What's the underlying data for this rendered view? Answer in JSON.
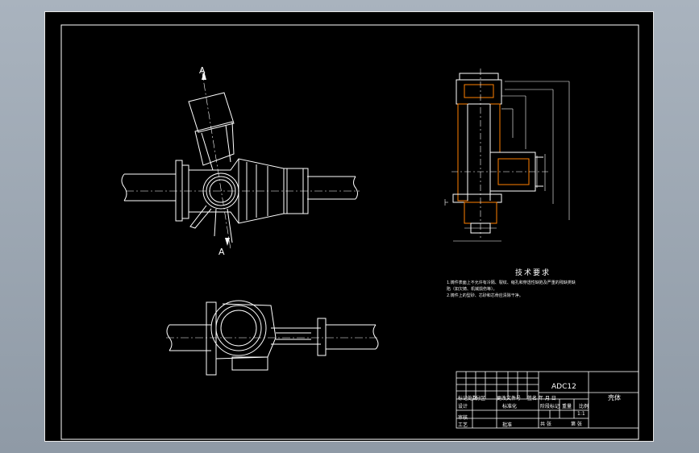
{
  "drawing": {
    "section_mark_top": "A",
    "section_mark_bottom": "A",
    "tech_req": {
      "title": "技术要求",
      "lines": [
        "1.铸件表面上不允许有冷隔、裂纹、缩孔和穿透性缺陷及严重的残缺类缺",
        "陷（如欠铸、机械损伤等）。",
        "2.铸件上的型砂、芯砂和芯骨应清除干净。"
      ]
    },
    "title_block": {
      "material": "ADC12",
      "part_name": "壳体",
      "col_title": "标记处数",
      "col_mod": "分区",
      "col_sign": "更改文件号",
      "col_date": "签名 年 月 日",
      "design": "设计",
      "standardize": "标准化",
      "check": "审核",
      "craft": "工艺",
      "approve": "批准",
      "stage_label": "阶段标记",
      "weight_label": "重量",
      "scale_label": "比例",
      "scale_value": "1:1",
      "sheets_label": "共  张",
      "sheet_no_label": "第  张"
    }
  }
}
